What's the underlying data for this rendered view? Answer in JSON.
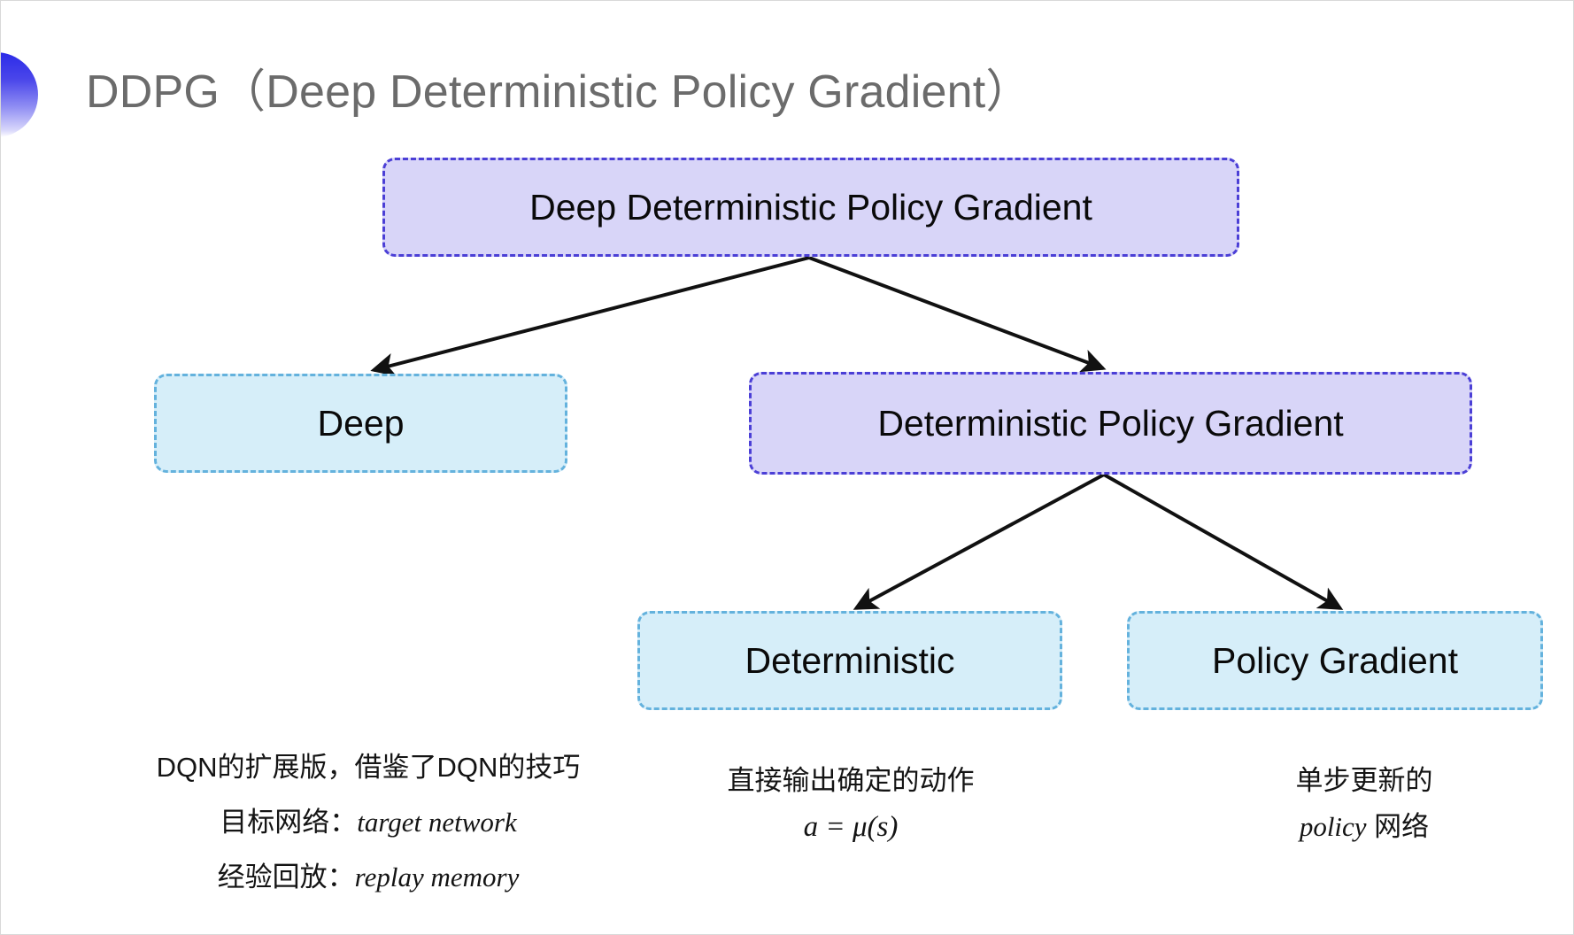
{
  "slide": {
    "title": "DDPG（Deep Deterministic Policy Gradient）",
    "bullet_icon": "half-circle-gradient-icon",
    "background_color": "#ffffff",
    "title_color": "#6b6b6b"
  },
  "colors": {
    "purple_fill": "#d8d5f8",
    "purple_border": "#4b3fd6",
    "blue_fill": "#d6eef9",
    "blue_border": "#64b2dd",
    "arrow": "#111111"
  },
  "diagram": {
    "type": "tree",
    "nodes": {
      "root": {
        "label": "Deep Deterministic Policy Gradient",
        "style": "purple"
      },
      "deep": {
        "label": "Deep",
        "style": "blue"
      },
      "dpg": {
        "label": "Deterministic Policy Gradient",
        "style": "purple"
      },
      "deterministic": {
        "label": "Deterministic",
        "style": "blue"
      },
      "policy_gradient": {
        "label": "Policy Gradient",
        "style": "blue"
      }
    },
    "edges": [
      {
        "from": "root",
        "to": "deep"
      },
      {
        "from": "root",
        "to": "dpg"
      },
      {
        "from": "dpg",
        "to": "deterministic"
      },
      {
        "from": "dpg",
        "to": "policy_gradient"
      }
    ]
  },
  "annotations": {
    "deep": {
      "line1": "DQN的扩展版，借鉴了DQN的技巧",
      "line2_label": "目标网络：",
      "line2_term": "target network",
      "line3_label": "经验回放：",
      "line3_term": "replay memory"
    },
    "deterministic": {
      "line1": "直接输出确定的动作",
      "formula": "a = μ(s)"
    },
    "policy_gradient": {
      "line1": "单步更新的",
      "line2_term": "policy",
      "line2_suffix": " 网络"
    }
  }
}
